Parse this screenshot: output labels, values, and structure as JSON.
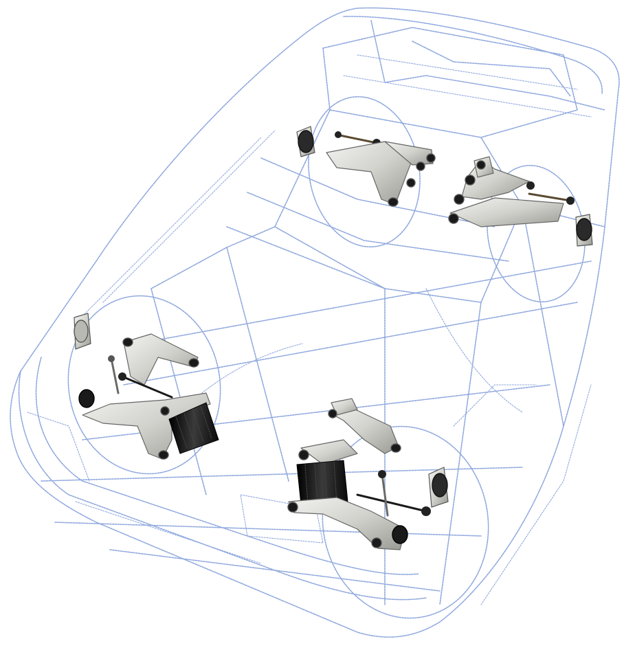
{
  "figure": {
    "colors": {
      "background": "#ffffff",
      "wireframe": "#8fa8de",
      "aluminum_light": "#e6e6e2",
      "aluminum_mid": "#c9c9c4",
      "aluminum_dark": "#8a8a86",
      "rubber": "#1c1c1c",
      "bushing_rim": "#5b5b58",
      "rod": "#3a3428"
    },
    "groups": [
      {
        "name": "car-wireframe-body"
      },
      {
        "name": "rear-left-suspension"
      },
      {
        "name": "rear-right-suspension"
      },
      {
        "name": "front-left-suspension"
      },
      {
        "name": "front-right-suspension"
      }
    ]
  }
}
